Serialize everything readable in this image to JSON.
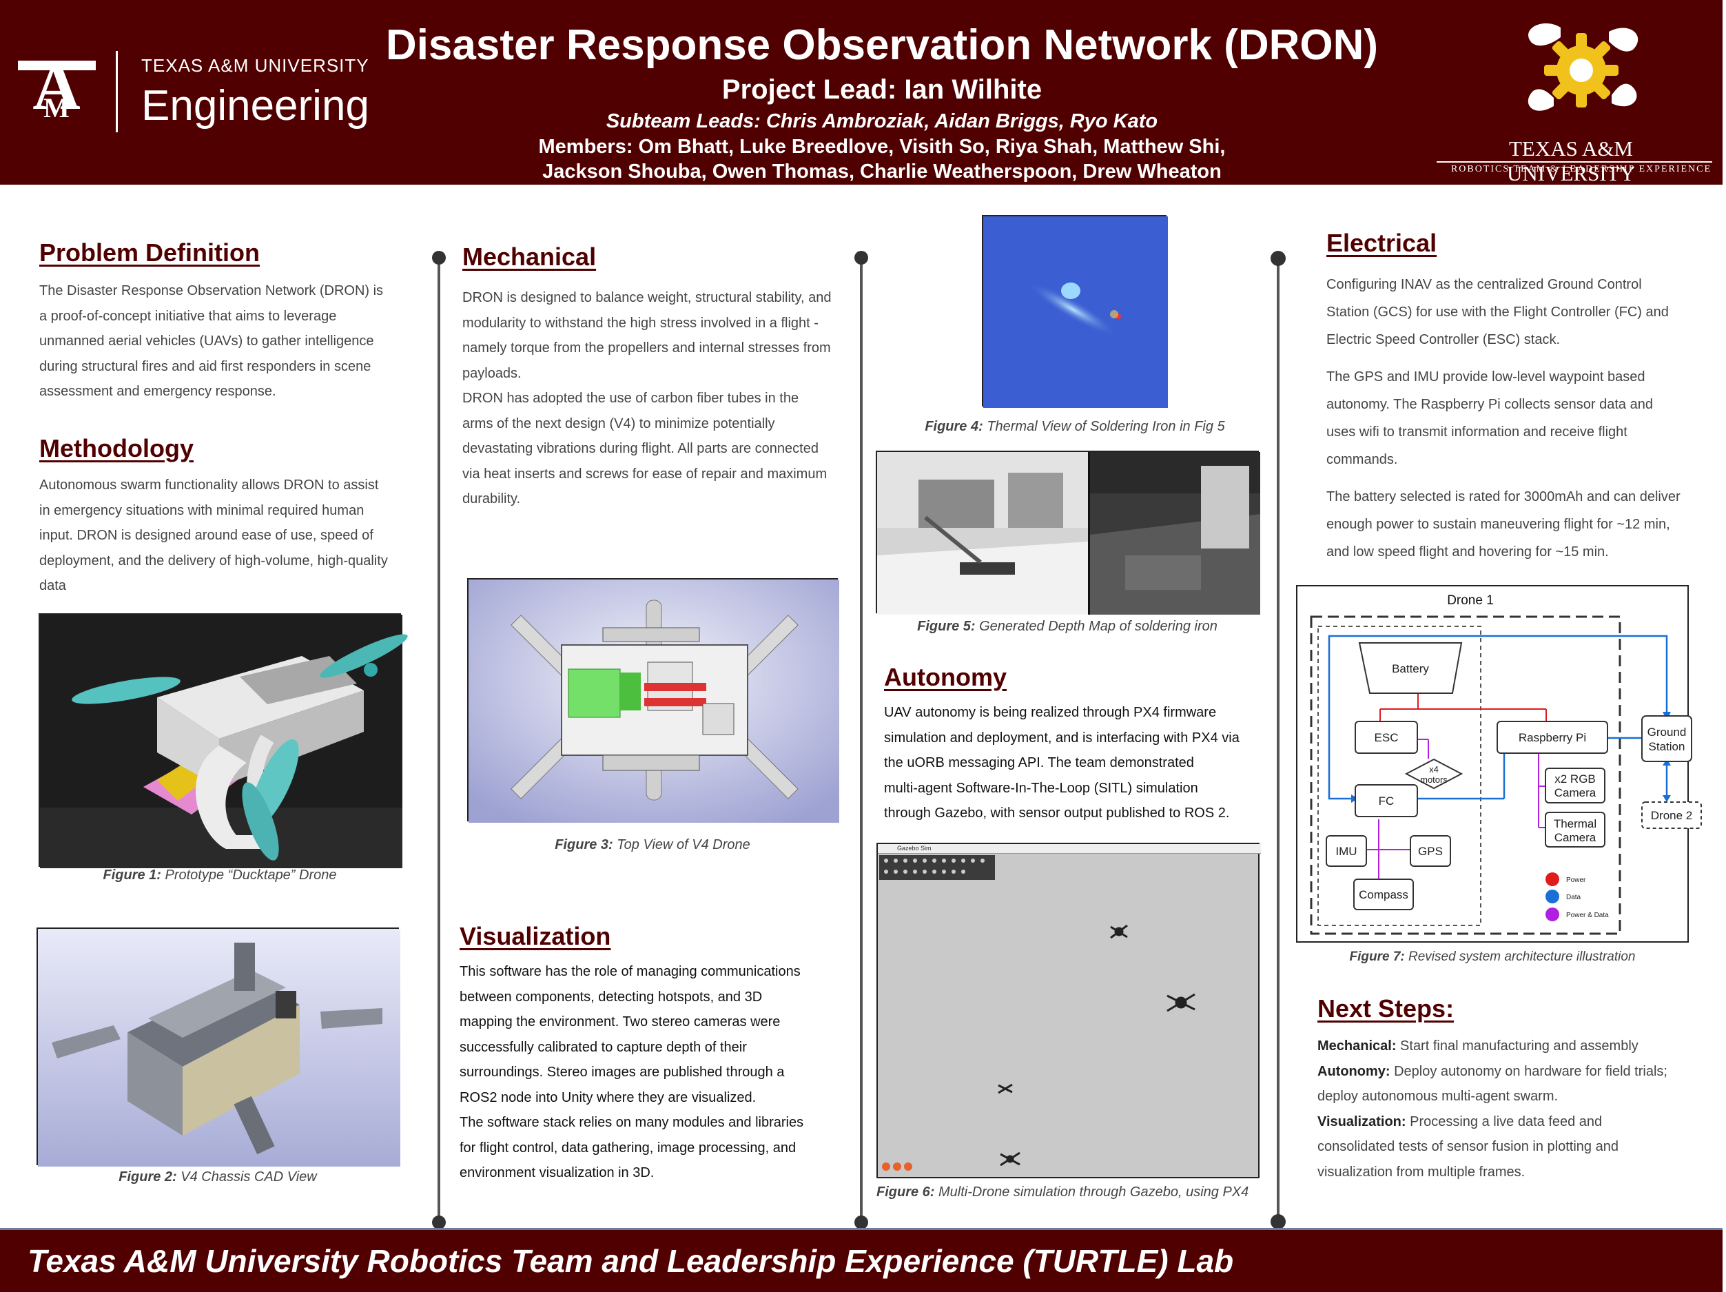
{
  "header": {
    "university": "TEXAS A&M UNIVERSITY",
    "college": "Engineering",
    "title": "Disaster Response Observation Network (DRON)",
    "project_lead": "Project Lead: Ian Wilhite",
    "subteam_leads": "Subteam Leads: Chris Ambroziak, Aidan Briggs, Ryo Kato",
    "members_line1": "Members: Om Bhatt, Luke Breedlove, Visith So, Riya Shah, Matthew Shi,",
    "members_line2": "Jackson Shouba, Owen Thomas, Charlie Weatherspoon, Drew Wheaton",
    "turtle_university": "TEXAS A&M UNIVERSITY",
    "turtle_tagline": "ROBOTICS TEAM & LEADERSHIP EXPERIENCE"
  },
  "problem": {
    "heading": "Problem Definition",
    "lines": [
      "The Disaster Response Observation Network (DRON) is",
      "a proof-of-concept initiative that aims to leverage",
      "unmanned aerial vehicles (UAVs) to gather intelligence",
      "during structural fires and aid first responders in scene",
      "assessment and emergency response."
    ]
  },
  "methodology": {
    "heading": "Methodology",
    "lines": [
      "Autonomous swarm functionality allows DRON to assist",
      "in emergency situations with minimal required human",
      "input. DRON is designed around ease of use, speed of",
      "deployment, and the delivery of high-volume, high-quality",
      "data"
    ]
  },
  "figures": {
    "fig1_label": "Figure 1:",
    "fig1_text": " Prototype “Ducktape” Drone",
    "fig2_label": "Figure 2:",
    "fig2_text": " V4 Chassis CAD View",
    "fig3_label": "Figure 3:",
    "fig3_text": " Top View of V4 Drone",
    "fig4_label": "Figure 4:",
    "fig4_text": " Thermal View of Soldering Iron in Fig 5",
    "fig5_label": "Figure 5:",
    "fig5_text": " Generated Depth Map of soldering iron",
    "fig6_label": "Figure 6:",
    "fig6_text": " Multi-Drone simulation through Gazebo, using PX4",
    "fig7_label": "Figure 7:",
    "fig7_text": " Revised system architecture illustration"
  },
  "mechanical": {
    "heading": "Mechanical",
    "lines": [
      "DRON is designed to balance weight, structural stability, and",
      "modularity to withstand the high stress involved in a flight -",
      "namely torque from the propellers and internal stresses from",
      "payloads.",
      "DRON has adopted the use of carbon fiber tubes in the",
      "arms of the next design (V4) to minimize potentially",
      "devastating vibrations during flight. All parts are connected",
      "via heat inserts and screws for ease of repair and maximum",
      "durability."
    ]
  },
  "visualization": {
    "heading": "Visualization",
    "lines": [
      "This software has the role of managing communications",
      "between components, detecting hotspots, and 3D",
      "mapping the environment. Two stereo cameras were",
      "successfully calibrated to capture depth of their",
      "surroundings. Stereo images are published through a",
      "ROS2 node into Unity where they are visualized.",
      "The software stack relies on many modules and libraries",
      "for flight control, data gathering, image processing, and",
      "environment visualization in 3D."
    ]
  },
  "autonomy": {
    "heading": "Autonomy",
    "lines": [
      "UAV autonomy is being realized through PX4 firmware",
      "simulation and deployment, and is interfacing with PX4 via",
      "the uORB messaging API. The team demonstrated",
      "multi-agent Software-In-The-Loop (SITL) simulation",
      "through Gazebo, with sensor output published to ROS 2."
    ]
  },
  "gazebo": {
    "title": "Gazebo Sim"
  },
  "electrical": {
    "heading": "Electrical",
    "lines": [
      "Configuring INAV as the centralized Ground Control",
      "Station (GCS) for use with the Flight Controller (FC) and",
      "Electric Speed Controller (ESC) stack.",
      "The GPS and IMU provide low-level waypoint based",
      "autonomy. The Raspberry Pi collects sensor data and",
      "uses wifi to transmit information and receive flight",
      "commands.",
      "The battery selected is rated for 3000mAh and can deliver",
      "enough power to sustain maneuvering flight for ~12 min,",
      "and low speed flight and hovering for ~15 min."
    ]
  },
  "diagram": {
    "title": "Drone 1",
    "battery": "Battery",
    "esc": "ESC",
    "motors1": "x4",
    "motors2": "motors",
    "fc": "FC",
    "imu": "IMU",
    "gps": "GPS",
    "compass": "Compass",
    "rpi": "Raspberry Pi",
    "rgb1": "x2 RGB",
    "rgb2": "Camera",
    "thermal1": "Thermal",
    "thermal2": "Camera",
    "ground1": "Ground",
    "ground2": "Station",
    "drone2": "Drone 2",
    "legend_power": "Power",
    "legend_data": "Data",
    "legend_both": "Power & Data",
    "color_power": "#e01b1b",
    "color_data": "#1a6fd6",
    "color_both": "#b020e0"
  },
  "next_steps": {
    "heading": "Next Steps:",
    "mech_label": "Mechanical:",
    "mech_text": " Start final manufacturing and assembly",
    "auto_label": "Autonomy:",
    "auto_text1": " Deploy autonomy on hardware for field trials;",
    "auto_text2": "deploy autonomous multi-agent swarm.",
    "vis_label": "Visualization:",
    "vis_text1": " Processing a live data feed and",
    "vis_text2": "consolidated tests of sensor fusion in plotting and",
    "vis_text3": "visualization from multiple frames."
  },
  "footer": {
    "text": "Texas A&M University Robotics Team and Leadership Experience (TURTLE) Lab"
  }
}
